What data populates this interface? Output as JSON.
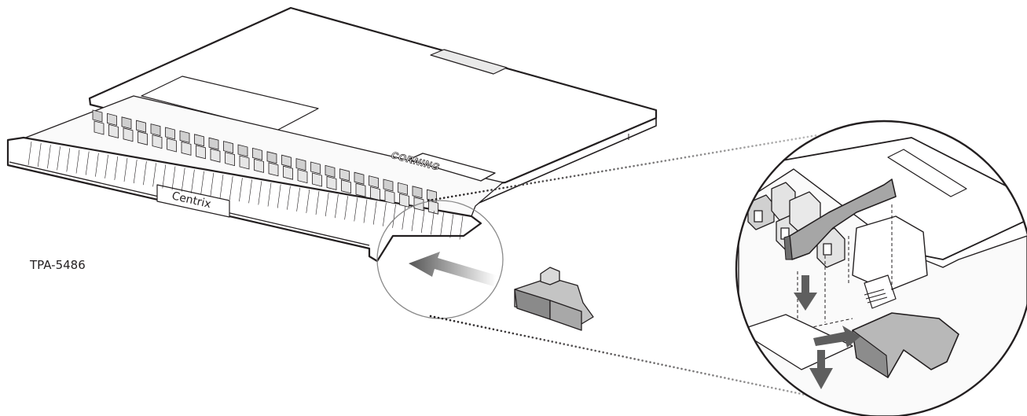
{
  "figure_id": "TPA-5486",
  "panel": {
    "brand_text": "CORNING",
    "front_label": "Centrix"
  },
  "colors": {
    "line": "#231f20",
    "panel_fill": "#ffffff",
    "adapter_fill": "#c9c9c9",
    "clip_fill": "#a6a6a6",
    "clip_dark": "#6e6e6e",
    "arrow_gray": "#7a7a7a",
    "leader_dots": "#231f20"
  }
}
